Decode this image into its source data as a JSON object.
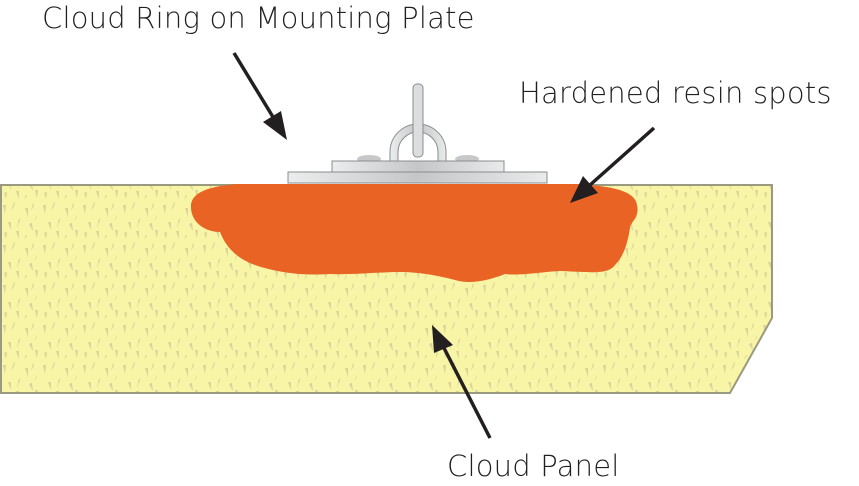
{
  "labels": {
    "ring": "Cloud Ring on Mounting Plate",
    "resin": "Hardened resin spots",
    "panel": "Cloud Panel"
  },
  "colors": {
    "panel_fill": "#f8f5a6",
    "panel_speck": "#d9d49a",
    "panel_edge": "#9a9a80",
    "resin": "#e86324",
    "metal": "#d6d7d9",
    "metal_edge": "#8a8c8f",
    "arrow": "#231f20"
  }
}
